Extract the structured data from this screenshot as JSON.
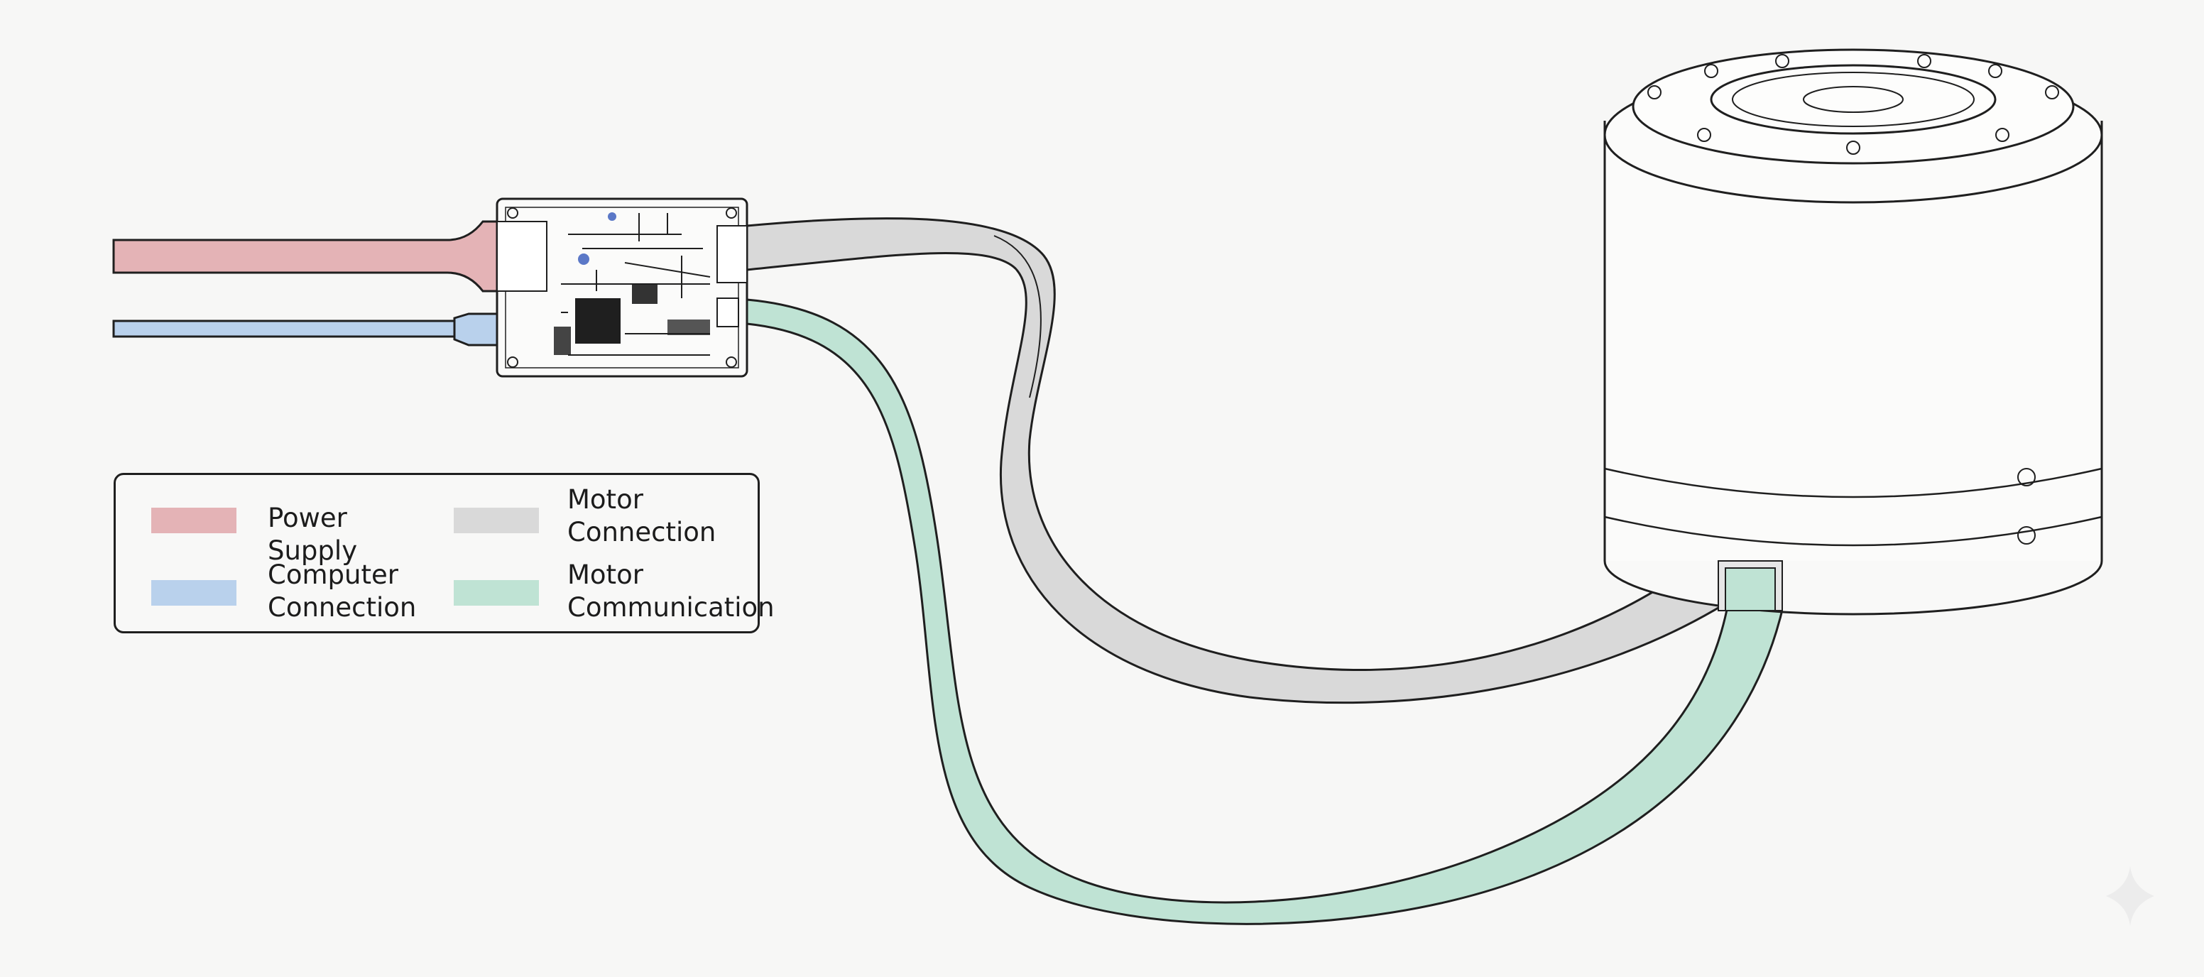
{
  "colors": {
    "power": "#e4b3b6",
    "computer": "#b9d1ec",
    "motor_connection": "#d9d9d9",
    "motor_communication": "#bfe3d4",
    "outline": "#1f1f1f",
    "background": "#f7f7f6"
  },
  "icons": {
    "controller_board": "pcb-board-icon",
    "motor": "motor-icon"
  },
  "legend": {
    "items": [
      {
        "label": "Power Supply",
        "color": "#e4b3b6"
      },
      {
        "label": "Motor\nConnection",
        "color": "#d9d9d9"
      },
      {
        "label": "Computer\nConnection",
        "color": "#b9d1ec"
      },
      {
        "label": "Motor\nCommunication",
        "color": "#bfe3d4"
      }
    ]
  }
}
